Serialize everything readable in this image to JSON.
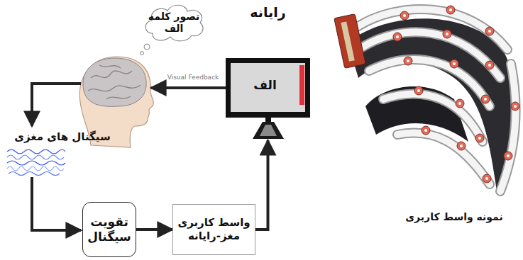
{
  "diagram": {
    "nodes": [
      {
        "text": [
          "تصور کلمه الف"
        ]
      },
      {
        "text": [
          "رایانه",
          "الف"
        ]
      },
      {
        "text": [
          "تقویت سیگنال"
        ]
      },
      {
        "text": [
          "واسط کاربری مغز-رایانه"
        ]
      }
    ],
    "edges": [
      {
        "from": 2,
        "to": 3,
        "arrow": "to"
      },
      {
        "from": 3,
        "to": 1,
        "arrow": "to"
      }
    ],
    "labels": [
      "Visual Feedback",
      "سیگنال های مغزی",
      "نمونه واسط کاربری"
    ]
  }
}
